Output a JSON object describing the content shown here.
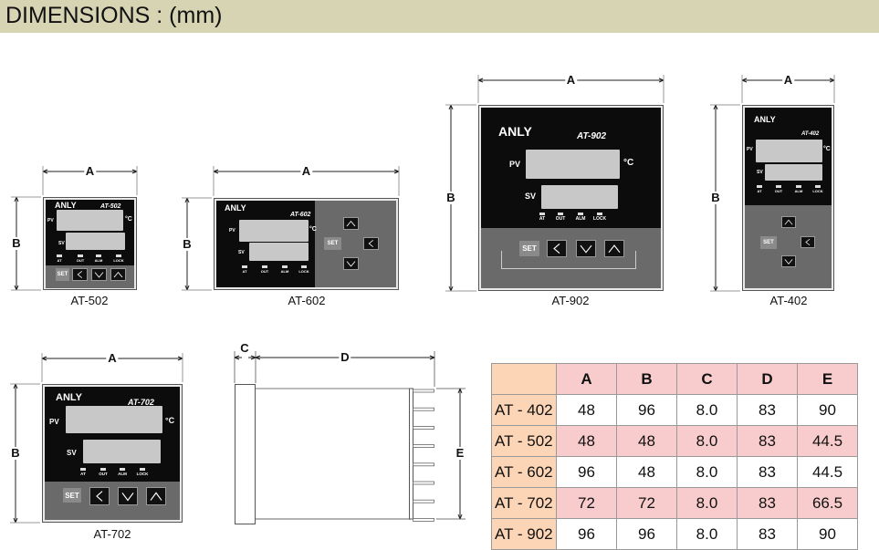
{
  "header": {
    "title": "DIMENSIONS : (mm)"
  },
  "dimension_letters": {
    "A": "A",
    "B": "B",
    "C": "C",
    "D": "D",
    "E": "E"
  },
  "device_common": {
    "brand": "ANLY",
    "pv": "PV",
    "sv": "SV",
    "unit": "°C",
    "set": "SET",
    "leds": [
      "AT",
      "OUT",
      "ALM",
      "LOCK"
    ]
  },
  "devices": [
    {
      "model": "AT-502",
      "caption": "AT-502"
    },
    {
      "model": "AT-602",
      "caption": "AT-602"
    },
    {
      "model": "AT-902",
      "caption": "AT-902"
    },
    {
      "model": "AT-402",
      "caption": "AT-402"
    },
    {
      "model": "AT-702",
      "caption": "AT-702"
    }
  ],
  "table": {
    "columns": [
      "A",
      "B",
      "C",
      "D",
      "E"
    ],
    "rows": [
      {
        "model": "AT - 402",
        "values": [
          "48",
          "96",
          "8.0",
          "83",
          "90"
        ]
      },
      {
        "model": "AT - 502",
        "values": [
          "48",
          "48",
          "8.0",
          "83",
          "44.5"
        ]
      },
      {
        "model": "AT - 602",
        "values": [
          "96",
          "48",
          "8.0",
          "83",
          "44.5"
        ]
      },
      {
        "model": "AT - 702",
        "values": [
          "72",
          "72",
          "8.0",
          "83",
          "66.5"
        ]
      },
      {
        "model": "AT - 902",
        "values": [
          "96",
          "96",
          "8.0",
          "83",
          "90"
        ]
      }
    ]
  }
}
